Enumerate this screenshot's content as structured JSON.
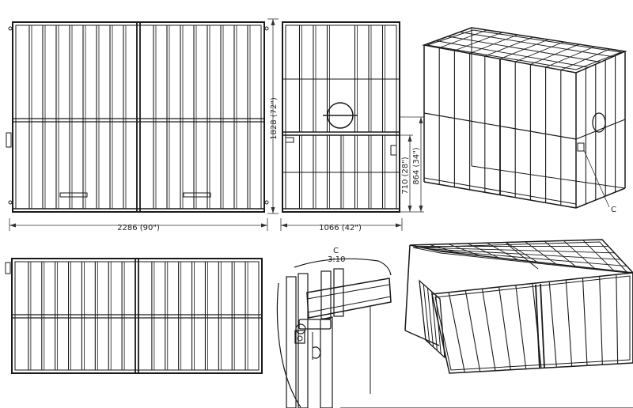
{
  "drawing": {
    "dimensions": {
      "front_width": "2286 (90\")",
      "side_width": "1066 (42\")",
      "height": "1828 (72\")",
      "door_height_lower": "710 (28\")",
      "door_height_upper": "864 (34\")"
    },
    "callout_marker": "C",
    "detail": {
      "letter": "C",
      "scale": "3:10"
    }
  }
}
